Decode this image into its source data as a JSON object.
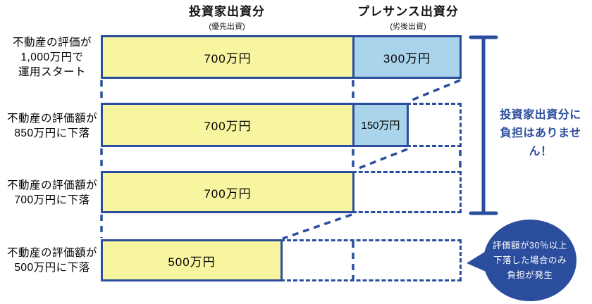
{
  "header": {
    "columns": [
      {
        "title": "投資家出資分",
        "subtitle": "(優先出資)"
      },
      {
        "title": "プレサンス出資分",
        "subtitle": "(劣後出資)"
      }
    ]
  },
  "rows": [
    {
      "label1": "不動産の評価が",
      "label2": "1,000万円で",
      "label3": "運用スタート",
      "investor_value": "700万円",
      "presence_value": "300万円"
    },
    {
      "label1": "不動産の評価額が",
      "label2": "850万円に下落",
      "investor_value": "700万円",
      "presence_value": "150万円"
    },
    {
      "label1": "不動産の評価額が",
      "label2": "700万円に下落",
      "investor_value": "700万円"
    },
    {
      "label1": "不動産の評価額が",
      "label2": "500万円に下落",
      "investor_value": "500万円"
    }
  ],
  "annotations": {
    "investor_note_line1": "投資家出資分に",
    "investor_note_line2": "負担はありません！",
    "bubble_line1": "評価額が30％以上",
    "bubble_line2": "下落した場合のみ",
    "bubble_line3": "負担が発生"
  },
  "colors": {
    "accent_blue": "#2b4d9d",
    "bar_yellow": "#f8f5a0",
    "bar_light_blue": "#a9d4ec",
    "bubble_text": "#ffffff"
  }
}
